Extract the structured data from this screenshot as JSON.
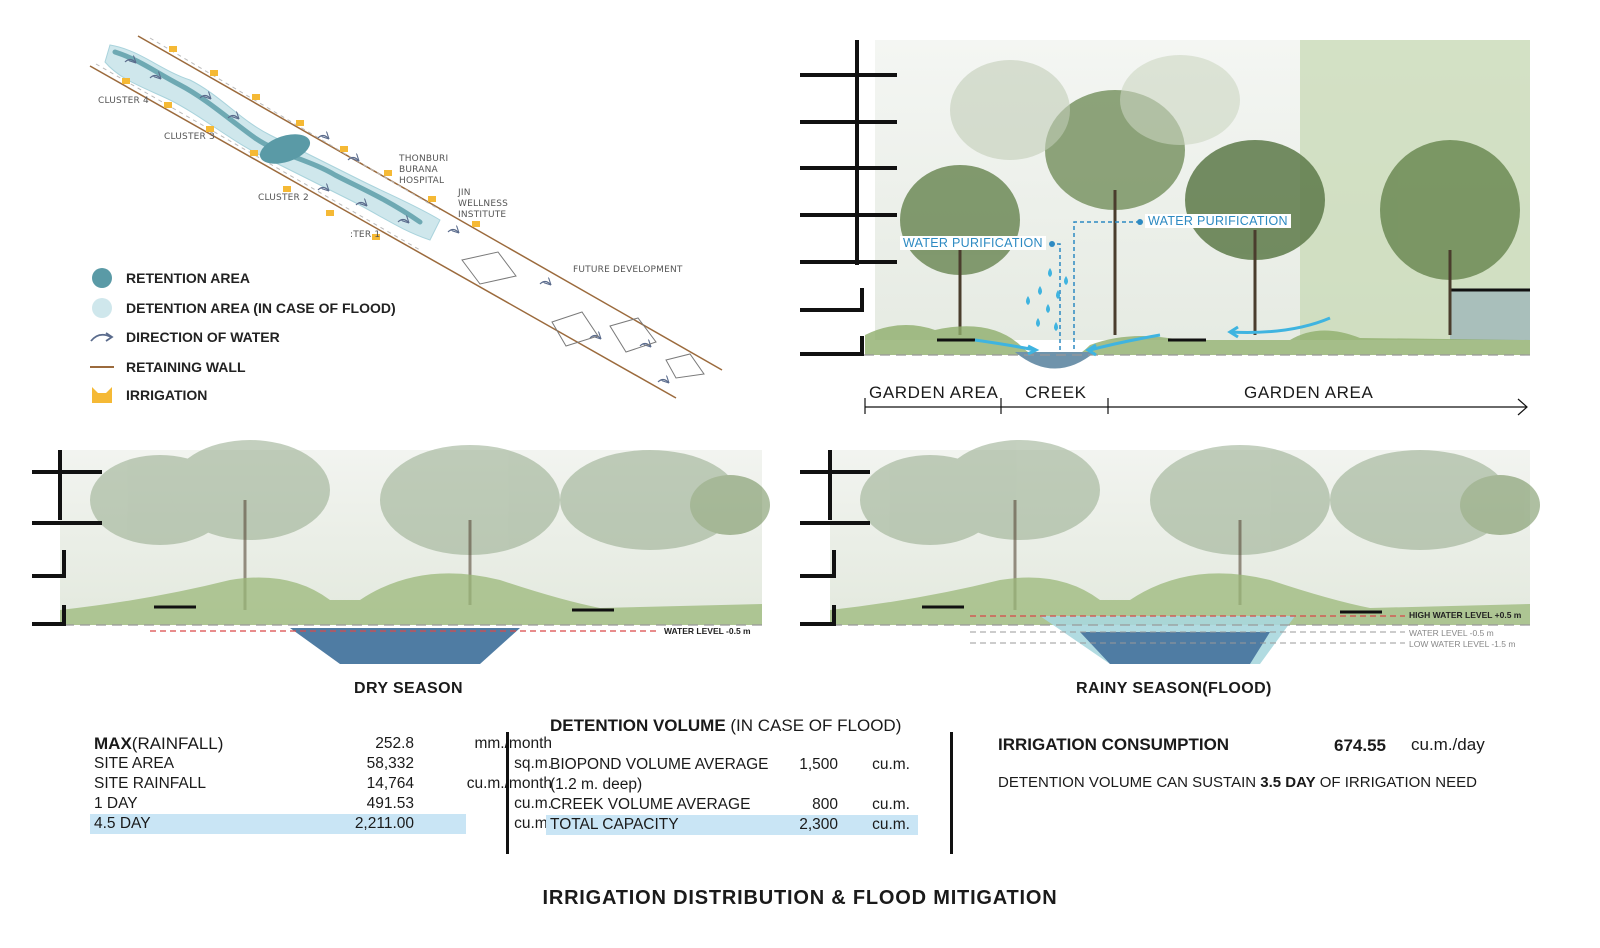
{
  "plan": {
    "cluster_labels": [
      "CLUSTER 4",
      "CLUSTER 3",
      "CLUSTER 2",
      ":TER 1"
    ],
    "hospital_label": [
      "THONBURI",
      "BURANA",
      "HOSPITAL"
    ],
    "institute_label": [
      "JIN",
      "WELLNESS",
      "INSTITUTE"
    ],
    "future_label": "FUTURE DEVELOPMENT"
  },
  "legend": [
    {
      "icon": "retention-area-icon",
      "label": "RETENTION AREA"
    },
    {
      "icon": "detention-area-icon",
      "label": "DETENTION AREA (IN CASE OF FLOOD)"
    },
    {
      "icon": "water-direction-icon",
      "label": "DIRECTION OF WATER"
    },
    {
      "icon": "retaining-wall-icon",
      "label": "RETAINING WALL"
    },
    {
      "icon": "irrigation-icon",
      "label": "IRRIGATION"
    }
  ],
  "colors": {
    "retention": "#5a9aa6",
    "detention": "#cfe7ec",
    "water_arrow": "#5a6b8c",
    "wall": "#9b6a3c",
    "irrigation": "#f5b935",
    "highlight": "#c9e5f5",
    "purification": "#2d8ac2",
    "water_level_line": "#d94848"
  },
  "top_section": {
    "purification_labels": [
      "WATER PURIFICATION",
      "WATER PURIFICATION"
    ],
    "zones": [
      "GARDEN AREA",
      "CREEK",
      "GARDEN AREA"
    ]
  },
  "dry_section": {
    "water_level": "WATER LEVEL -0.5 m",
    "caption": "DRY SEASON"
  },
  "rainy_section": {
    "high_level": "HIGH WATER LEVEL +0.5 m",
    "water_level": "WATER LEVEL -0.5 m",
    "low_level": "LOW WATER LEVEL -1.5 m",
    "caption": "RAINY SEASON(FLOOD)"
  },
  "rainfall_table": {
    "rows": [
      {
        "label_bold": "MAX",
        "label": "(RAINFALL)",
        "value": "252.8",
        "unit": "mm./month"
      },
      {
        "label_bold": "",
        "label": "SITE AREA",
        "value": "58,332",
        "unit": "sq.m."
      },
      {
        "label_bold": "",
        "label": "SITE RAINFALL",
        "value": "14,764",
        "unit": "cu.m./month"
      },
      {
        "label_bold": "",
        "label": "1 DAY",
        "value": "491.53",
        "unit": "cu.m."
      },
      {
        "label_bold": "",
        "label": "4.5 DAY",
        "value": "2,211.00",
        "unit": "cu.m."
      }
    ]
  },
  "detention_table": {
    "title_bold": "DETENTION VOLUME",
    "title_rest": " (IN CASE OF FLOOD)",
    "rows": [
      {
        "label": "BIOPOND VOLUME AVERAGE",
        "value": "1,500",
        "unit": "cu.m."
      },
      {
        "label": "(1.2 m. deep)",
        "value": "",
        "unit": ""
      },
      {
        "label": "CREEK VOLUME AVERAGE",
        "value": "800",
        "unit": "cu.m."
      },
      {
        "label": "TOTAL CAPACITY",
        "value": "2,300",
        "unit": "cu.m."
      }
    ]
  },
  "irrigation": {
    "title": "IRRIGATION CONSUMPTION",
    "value": "674.55",
    "unit": "cu.m./day",
    "sustain_pre": "DETENTION VOLUME CAN SUSTAIN ",
    "sustain_bold": "3.5 DAY",
    "sustain_post": " OF IRRIGATION NEED"
  },
  "footer_title": "IRRIGATION DISTRIBUTION & FLOOD MITIGATION"
}
